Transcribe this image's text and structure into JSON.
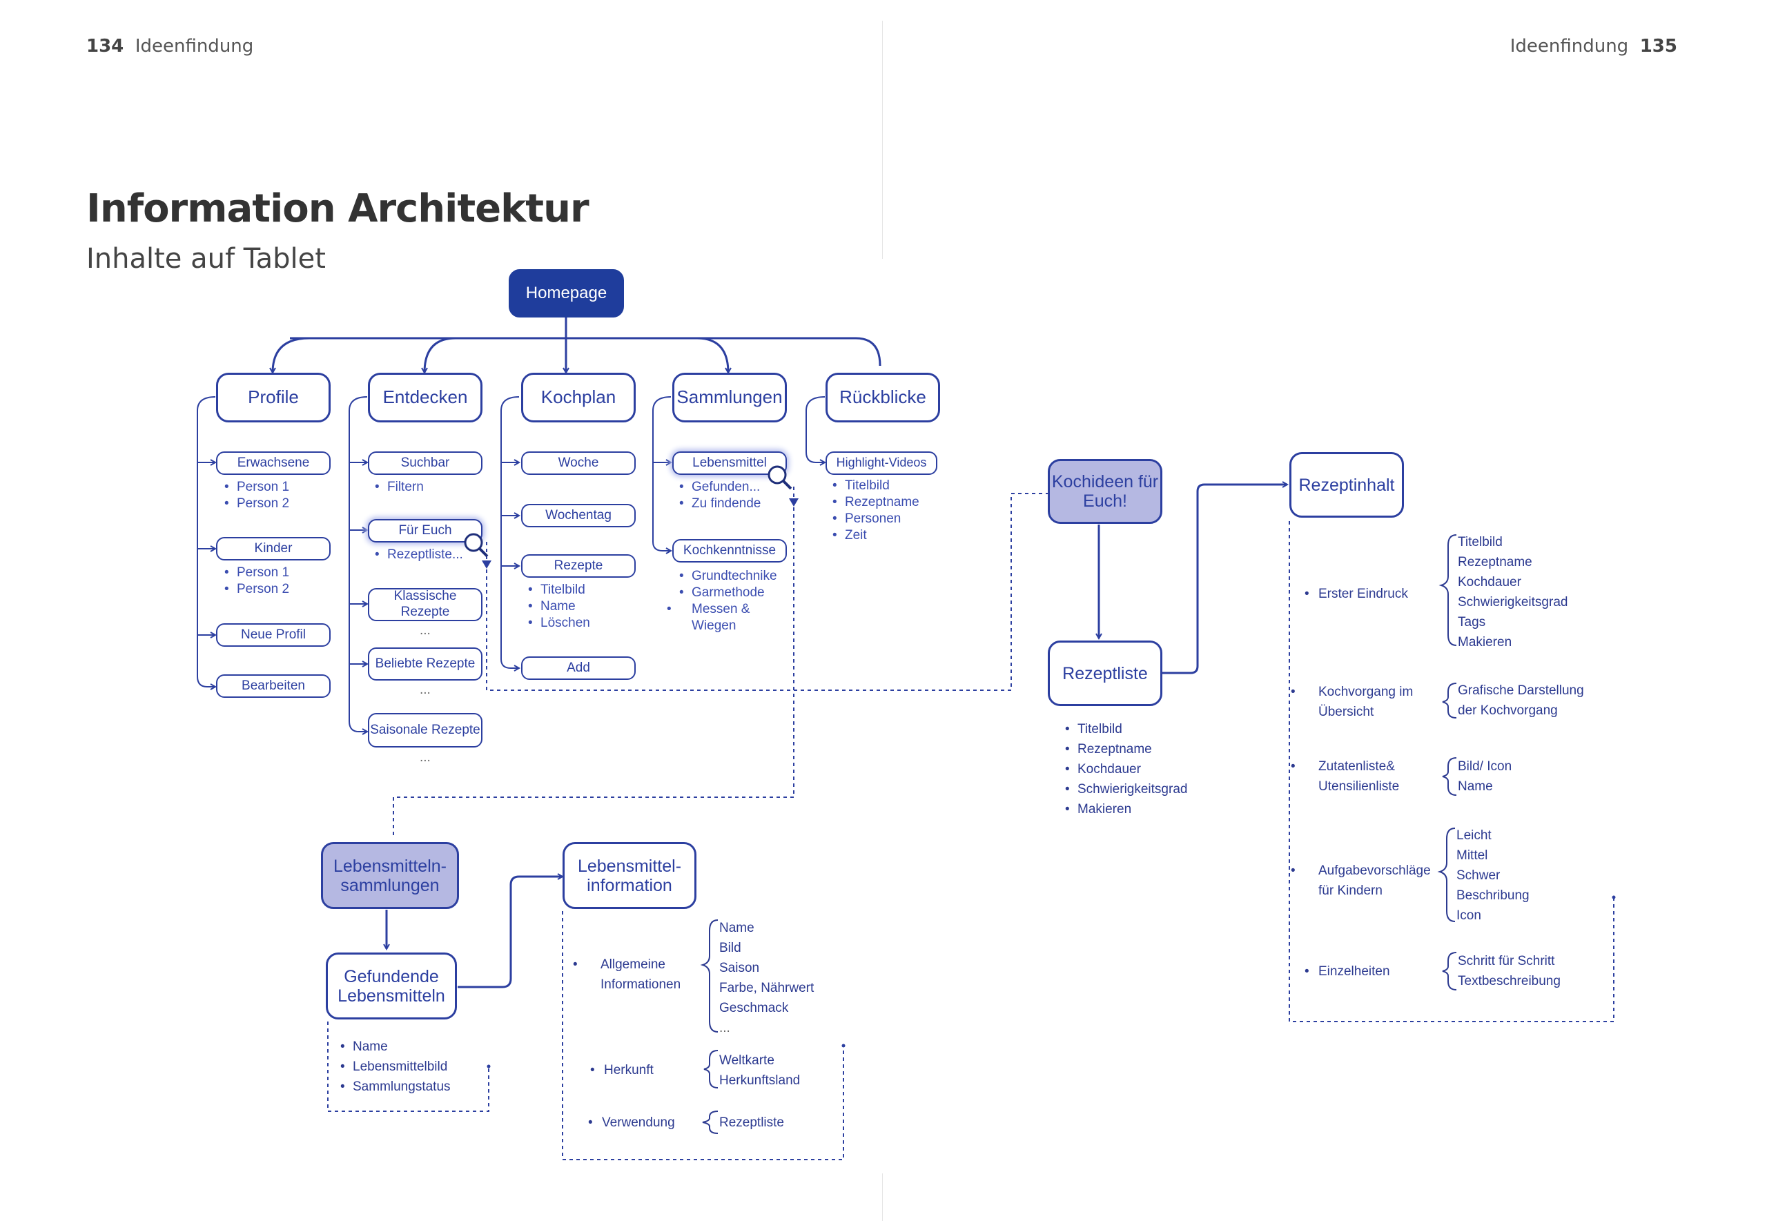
{
  "header": {
    "left_page_number": "134",
    "left_section": "Ideenfindung",
    "right_section": "Ideenfindung",
    "right_page_number": "135"
  },
  "title": "Information Architektur",
  "subtitle": "Inhalte auf Tablet",
  "homepage": "Homepage",
  "sections": {
    "profile": {
      "label": "Profile",
      "erwachsene": "Erwachsene",
      "erwachsene_items": [
        "Person 1",
        "Person 2"
      ],
      "kinder": "Kinder",
      "kinder_items": [
        "Person 1",
        "Person 2"
      ],
      "neue_profil": "Neue Profil",
      "bearbeiten": "Bearbeiten"
    },
    "entdecken": {
      "label": "Entdecken",
      "suchbar": "Suchbar",
      "suchbar_items": [
        "Filtern"
      ],
      "fuer_euch": "Für Euch",
      "fuer_euch_items": [
        "Rezeptliste..."
      ],
      "klassische": "Klassische Rezepte",
      "beliebte": "Beliebte Rezepte",
      "saisonale": "Saisonale Rezepte",
      "ellipsis": "..."
    },
    "kochplan": {
      "label": "Kochplan",
      "woche": "Woche",
      "wochentag": "Wochentag",
      "rezepte": "Rezepte",
      "rezepte_items": [
        "Titelbild",
        "Name",
        "Löschen"
      ],
      "add": "Add"
    },
    "sammlungen": {
      "label": "Sammlungen",
      "lebensmittel": "Lebensmittel",
      "lebensmittel_items": [
        "Gefunden...",
        "Zu findende"
      ],
      "kochkenntnisse": "Kochkenntnisse",
      "kochkenntnisse_items": [
        "Grundtechnike",
        "Garmethode",
        "Messen & Wiegen"
      ]
    },
    "rueckblicke": {
      "label": "Rückblicke",
      "highlight": "Highlight-Videos",
      "highlight_items": [
        "Titelbild",
        "Rezeptname",
        "Personen",
        "Zeit"
      ]
    }
  },
  "kochideen": "Kochideen für Euch!",
  "rezeptliste": {
    "label": "Rezeptliste",
    "items": [
      "Titelbild",
      "Rezeptname",
      "Kochdauer",
      "Schwierigkeitsgrad",
      "Makieren"
    ]
  },
  "rezeptinhalt": {
    "label": "Rezeptinhalt",
    "groups": [
      {
        "label": "Erster Eindruck",
        "items": [
          "Titelbild",
          "Rezeptname",
          "Kochdauer",
          "Schwierigkeitsgrad",
          "Tags",
          "Makieren"
        ]
      },
      {
        "label": "Kochvorgang im Übersicht",
        "items": [
          "Grafische Darstellung",
          "der Kochvorgang"
        ]
      },
      {
        "label": "Zutatenliste& Utensilienliste",
        "items": [
          "Bild/ Icon",
          "Name"
        ]
      },
      {
        "label": "Aufgabevorschläge für Kindern",
        "items": [
          "Leicht",
          "Mittel",
          "Schwer",
          "Beschribung",
          "Icon"
        ]
      },
      {
        "label": "Einzelheiten",
        "items": [
          "Schritt für Schritt",
          "Textbeschreibung"
        ]
      }
    ]
  },
  "lebensmitteln_sammlungen": "Lebensmitteln-sammlungen",
  "gefundende": {
    "label": "Gefundende Lebensmitteln",
    "items": [
      "Name",
      "Lebensmittelbild",
      "Sammlungstatus"
    ]
  },
  "lebensmittel_information": {
    "label": "Lebensmittel-information",
    "groups": [
      {
        "label": "Allgemeine Informationen",
        "items": [
          "Name",
          "Bild",
          "Saison",
          "Farbe, Nährwert",
          "Geschmack",
          "..."
        ]
      },
      {
        "label": "Herkunft",
        "items": [
          "Weltkarte",
          "Herkunftsland"
        ]
      },
      {
        "label": "Verwendung",
        "items": [
          "Rezeptliste"
        ]
      }
    ]
  }
}
